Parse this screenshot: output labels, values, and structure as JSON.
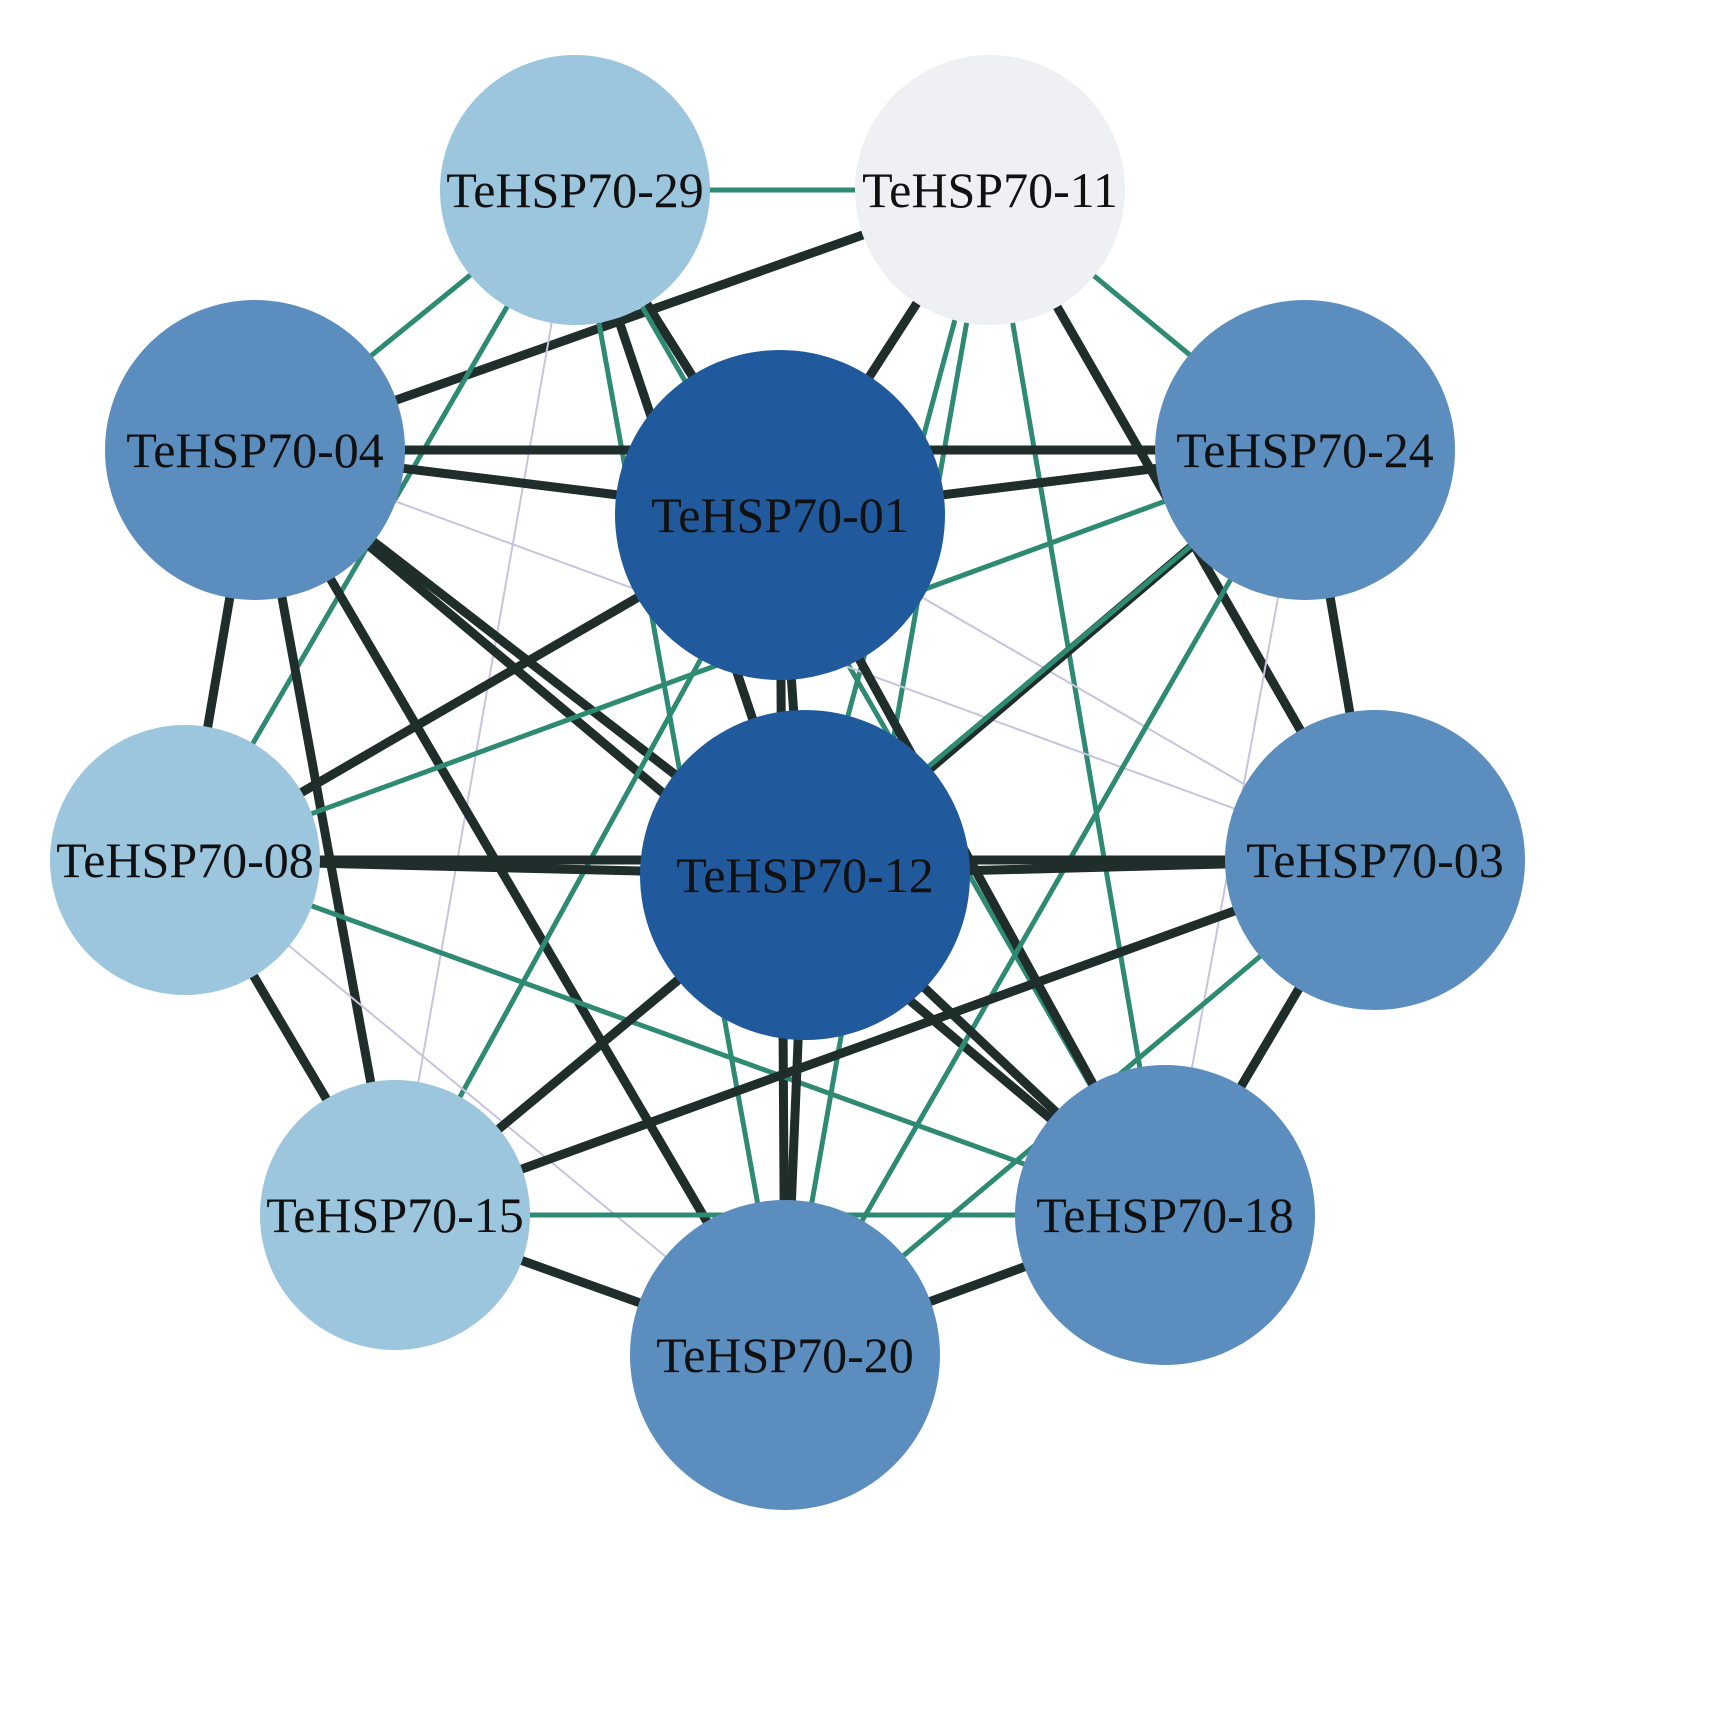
{
  "title": "TeHSP70 protein interaction network",
  "colors": {
    "dark_edge": "#1f2e2a",
    "green_edge": "#2e8a72",
    "thin_edge": "#c9c3dc",
    "node_light": "#9cc6de",
    "node_pale": "#eef0f3",
    "node_mid": "#5b8ebf",
    "node_dark": "#215a9c"
  },
  "nodes": [
    {
      "id": "29",
      "label": "TeHSP70-29",
      "shade": "node_light"
    },
    {
      "id": "11",
      "label": "TeHSP70-11",
      "shade": "node_pale"
    },
    {
      "id": "04",
      "label": "TeHSP70-04",
      "shade": "node_mid"
    },
    {
      "id": "01",
      "label": "TeHSP70-01",
      "shade": "node_dark"
    },
    {
      "id": "24",
      "label": "TeHSP70-24",
      "shade": "node_mid"
    },
    {
      "id": "08",
      "label": "TeHSP70-08",
      "shade": "node_light"
    },
    {
      "id": "12",
      "label": "TeHSP70-12",
      "shade": "node_dark"
    },
    {
      "id": "03",
      "label": "TeHSP70-03",
      "shade": "node_mid"
    },
    {
      "id": "15",
      "label": "TeHSP70-15",
      "shade": "node_light"
    },
    {
      "id": "18",
      "label": "TeHSP70-18",
      "shade": "node_mid"
    },
    {
      "id": "20",
      "label": "TeHSP70-20",
      "shade": "node_mid"
    }
  ],
  "edges": [
    [
      "29",
      "11",
      "green"
    ],
    [
      "11",
      "04",
      "dark"
    ],
    [
      "29",
      "01",
      "dark"
    ],
    [
      "29",
      "12",
      "dark"
    ],
    [
      "29",
      "04",
      "green"
    ],
    [
      "29",
      "08",
      "green"
    ],
    [
      "29",
      "20",
      "green"
    ],
    [
      "29",
      "18",
      "green"
    ],
    [
      "29",
      "15",
      "thin"
    ],
    [
      "11",
      "01",
      "dark"
    ],
    [
      "11",
      "12",
      "green"
    ],
    [
      "11",
      "20",
      "green"
    ],
    [
      "11",
      "18",
      "green"
    ],
    [
      "11",
      "03",
      "dark"
    ],
    [
      "11",
      "24",
      "green"
    ],
    [
      "04",
      "24",
      "dark"
    ],
    [
      "04",
      "01",
      "dark"
    ],
    [
      "04",
      "08",
      "dark"
    ],
    [
      "04",
      "15",
      "dark"
    ],
    [
      "04",
      "12",
      "dark"
    ],
    [
      "04",
      "18",
      "dark"
    ],
    [
      "04",
      "20",
      "dark"
    ],
    [
      "04",
      "03",
      "thin"
    ],
    [
      "01",
      "24",
      "dark"
    ],
    [
      "01",
      "08",
      "dark"
    ],
    [
      "01",
      "12",
      "dark"
    ],
    [
      "01",
      "15",
      "green"
    ],
    [
      "01",
      "20",
      "dark"
    ],
    [
      "01",
      "03",
      "thin"
    ],
    [
      "01",
      "18",
      "dark"
    ],
    [
      "24",
      "08",
      "green"
    ],
    [
      "24",
      "12",
      "dark"
    ],
    [
      "24",
      "03",
      "dark"
    ],
    [
      "24",
      "15",
      "green"
    ],
    [
      "24",
      "20",
      "green"
    ],
    [
      "24",
      "18",
      "thin"
    ],
    [
      "08",
      "12",
      "dark"
    ],
    [
      "08",
      "03",
      "dark"
    ],
    [
      "08",
      "18",
      "green"
    ],
    [
      "08",
      "15",
      "dark"
    ],
    [
      "08",
      "20",
      "thin"
    ],
    [
      "12",
      "03",
      "dark"
    ],
    [
      "12",
      "15",
      "dark"
    ],
    [
      "12",
      "18",
      "dark"
    ],
    [
      "12",
      "20",
      "dark"
    ],
    [
      "03",
      "15",
      "dark"
    ],
    [
      "03",
      "18",
      "dark"
    ],
    [
      "03",
      "20",
      "green"
    ],
    [
      "15",
      "18",
      "green"
    ],
    [
      "15",
      "20",
      "dark"
    ],
    [
      "18",
      "20",
      "dark"
    ]
  ]
}
